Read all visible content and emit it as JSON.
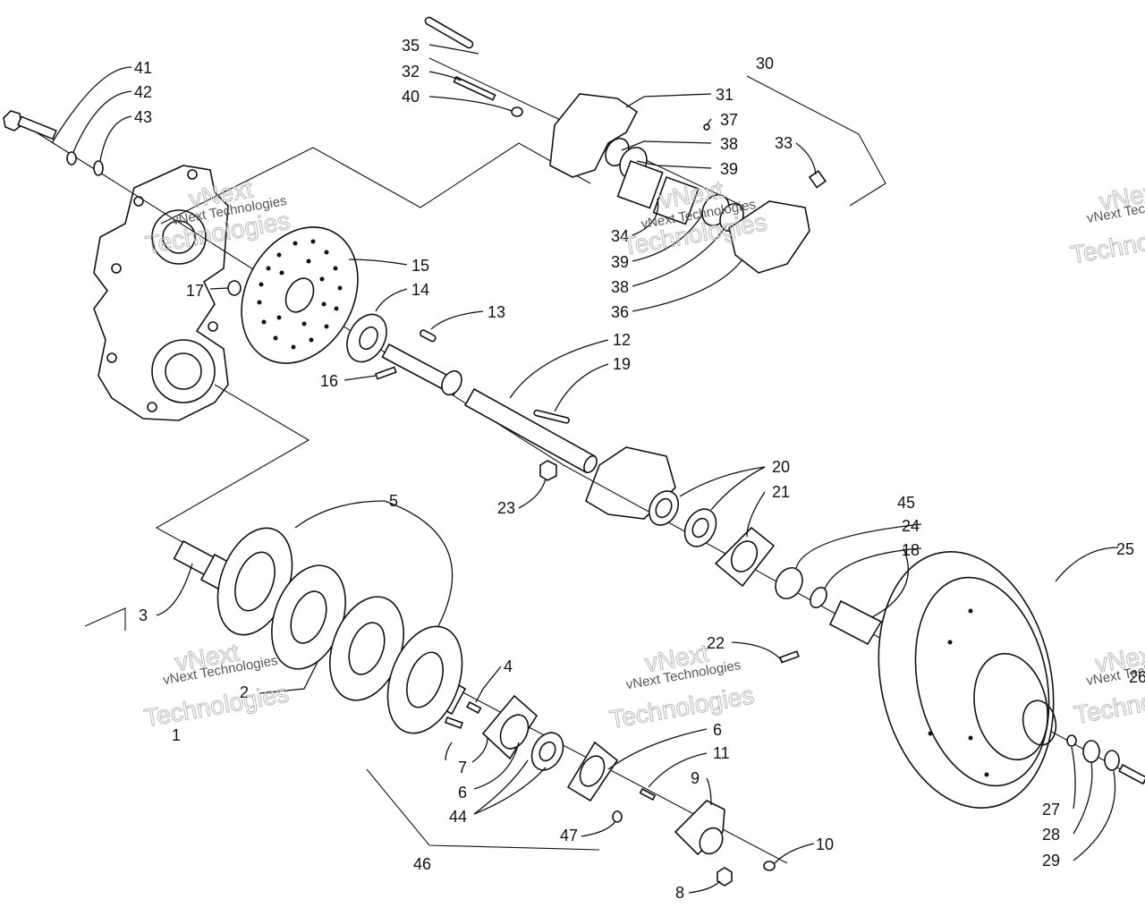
{
  "watermark": {
    "line1": "vNext",
    "line2": "vNext Technologies",
    "line3": "Technologies"
  },
  "callouts": {
    "c1": "1",
    "c2": "2",
    "c3": "3",
    "c4": "4",
    "c5": "5",
    "c6a": "6",
    "c6b": "6",
    "c7": "7",
    "c8": "8",
    "c9": "9",
    "c10": "10",
    "c11": "11",
    "c12": "12",
    "c13": "13",
    "c14": "14",
    "c15": "15",
    "c16": "16",
    "c17": "17",
    "c18": "18",
    "c19": "19",
    "c20": "20",
    "c21": "21",
    "c22": "22",
    "c23": "23",
    "c24": "24",
    "c25": "25",
    "c26": "26",
    "c27": "27",
    "c28": "28",
    "c29": "29",
    "c30": "30",
    "c31": "31",
    "c32": "32",
    "c33": "33",
    "c34": "34",
    "c35": "35",
    "c36": "36",
    "c37": "37",
    "c38a": "38",
    "c38b": "38",
    "c39a": "39",
    "c39b": "39",
    "c40": "40",
    "c41": "41",
    "c42": "42",
    "c43": "43",
    "c44": "44",
    "c45": "45",
    "c46": "46",
    "c47": "47"
  }
}
